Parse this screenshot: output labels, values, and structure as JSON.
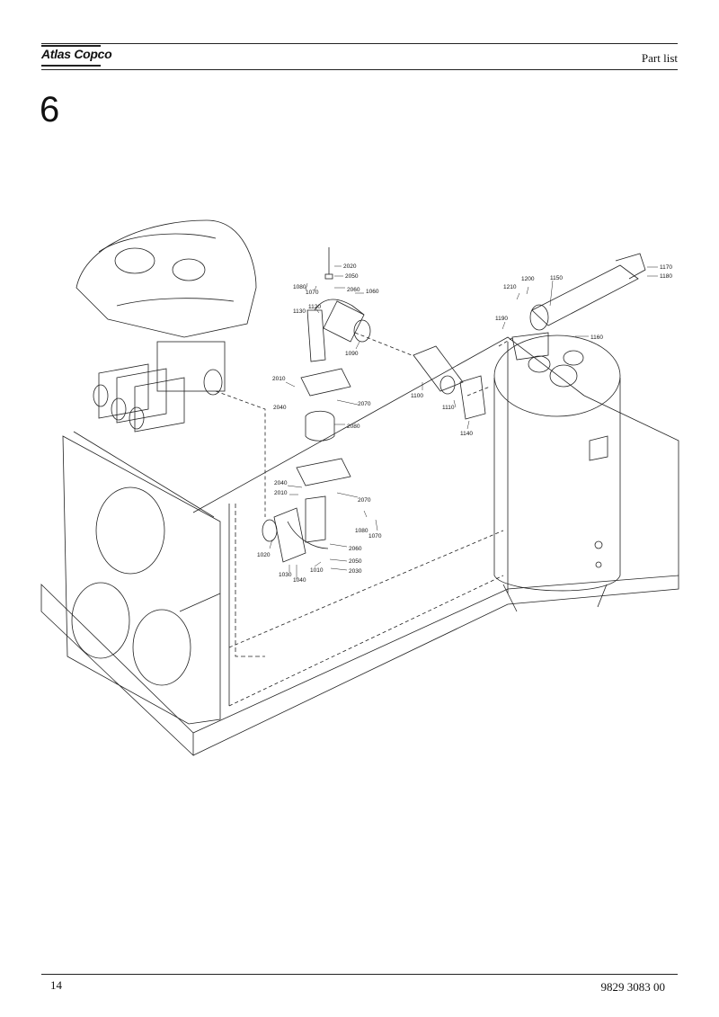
{
  "header": {
    "logo_text": "Atlas Copco",
    "title": "Part list"
  },
  "section": {
    "number": "6"
  },
  "drawing": {
    "callouts": [
      "2020",
      "2050",
      "2060",
      "1060",
      "1080",
      "1070",
      "1120",
      "1130",
      "1090",
      "2010",
      "2040",
      "2070",
      "2080",
      "1100",
      "1110",
      "1140",
      "1200",
      "1210",
      "1150",
      "1170",
      "1180",
      "1190",
      "1160",
      "2040",
      "2010",
      "2070",
      "1080",
      "1070",
      "1020",
      "2060",
      "2050",
      "1030",
      "1040",
      "1010",
      "2030"
    ]
  },
  "footer": {
    "page_number": "14",
    "document_number": "9829 3083 00"
  }
}
